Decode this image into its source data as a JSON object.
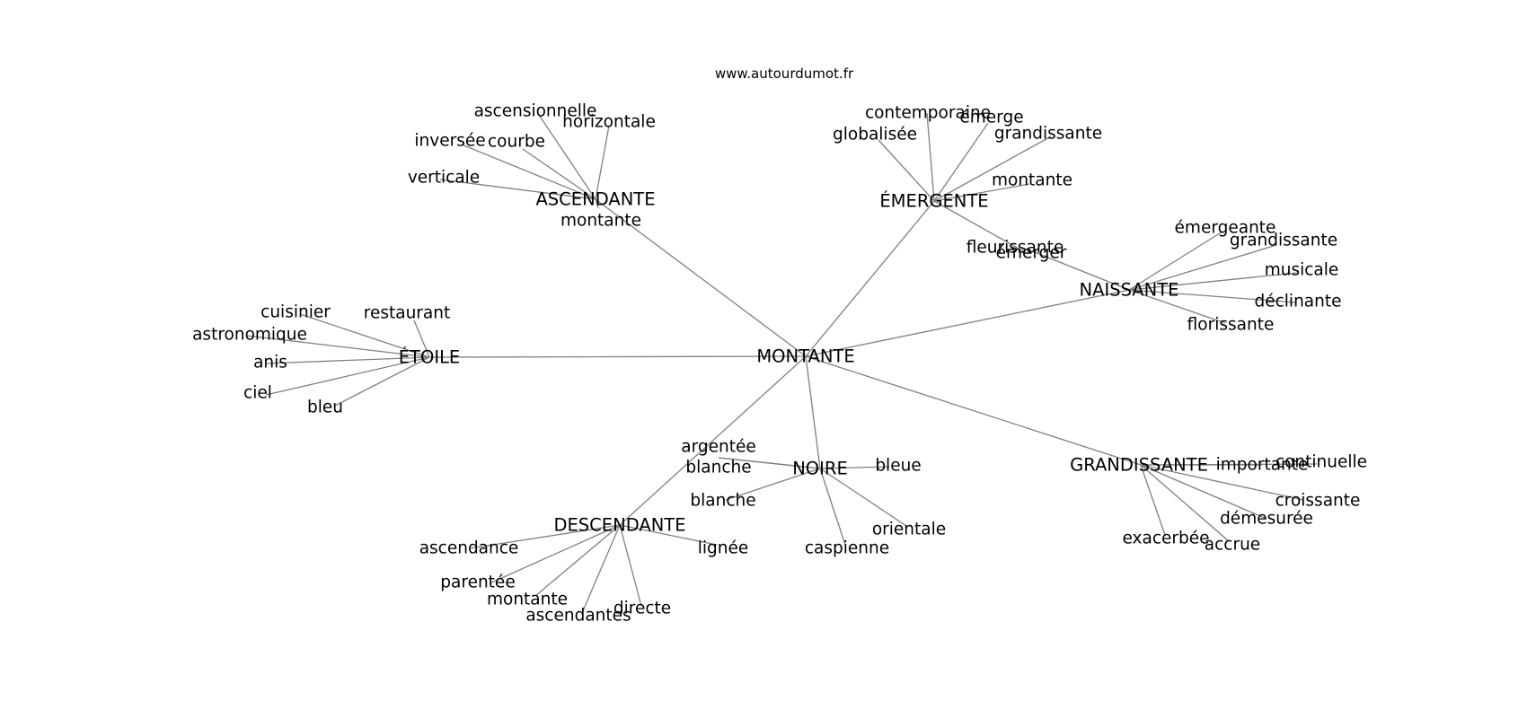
{
  "source": "www.autourdumot.fr",
  "colors": {
    "edge": "#808080",
    "text": "#000000",
    "background": "#ffffff"
  },
  "graph": {
    "root": "MONTANTE",
    "hubs": [
      {
        "id": "ascendante",
        "label": "ASCENDANTE"
      },
      {
        "id": "emergente",
        "label": "ÉMERGENTE"
      },
      {
        "id": "naissante",
        "label": "NAISSANTE"
      },
      {
        "id": "etoile",
        "label": "ÉTOILE"
      },
      {
        "id": "noire",
        "label": "NOIRE"
      },
      {
        "id": "descendante",
        "label": "DESCENDANTE"
      },
      {
        "id": "grandissante",
        "label": "GRANDISSANTE"
      }
    ],
    "leaves": [
      {
        "hub": "ascendante",
        "label": "ascensionnelle"
      },
      {
        "hub": "ascendante",
        "label": "horizontale"
      },
      {
        "hub": "ascendante",
        "label": "inversée"
      },
      {
        "hub": "ascendante",
        "label": "courbe"
      },
      {
        "hub": "ascendante",
        "label": "verticale"
      },
      {
        "hub": "ascendante",
        "label": "montante"
      },
      {
        "hub": "emergente",
        "label": "contemporaine"
      },
      {
        "hub": "emergente",
        "label": "émerge"
      },
      {
        "hub": "emergente",
        "label": "globalisée"
      },
      {
        "hub": "emergente",
        "label": "grandissante"
      },
      {
        "hub": "emergente",
        "label": "montante"
      },
      {
        "hub": "emergente",
        "label": "fleurissante"
      },
      {
        "hub": "naissante",
        "label": "émergeante"
      },
      {
        "hub": "naissante",
        "label": "grandissante"
      },
      {
        "hub": "naissante",
        "label": "musicale"
      },
      {
        "hub": "naissante",
        "label": "déclinante"
      },
      {
        "hub": "naissante",
        "label": "florissante"
      },
      {
        "hub": "naissante",
        "label": "émerger"
      },
      {
        "hub": "etoile",
        "label": "cuisinier"
      },
      {
        "hub": "etoile",
        "label": "restaurant"
      },
      {
        "hub": "etoile",
        "label": "astronomique"
      },
      {
        "hub": "etoile",
        "label": "anis"
      },
      {
        "hub": "etoile",
        "label": "ciel"
      },
      {
        "hub": "etoile",
        "label": "bleu"
      },
      {
        "hub": "noire",
        "label": "argentée"
      },
      {
        "hub": "noire",
        "label": "blanche"
      },
      {
        "hub": "noire",
        "label": "bleue"
      },
      {
        "hub": "noire",
        "label": "blanche"
      },
      {
        "hub": "noire",
        "label": "orientale"
      },
      {
        "hub": "noire",
        "label": "caspienne"
      },
      {
        "hub": "descendante",
        "label": "ascendance"
      },
      {
        "hub": "descendante",
        "label": "lignée"
      },
      {
        "hub": "descendante",
        "label": "parentée"
      },
      {
        "hub": "descendante",
        "label": "montante"
      },
      {
        "hub": "descendante",
        "label": "ascendantes"
      },
      {
        "hub": "descendante",
        "label": "directe"
      },
      {
        "hub": "grandissante",
        "label": "importante"
      },
      {
        "hub": "grandissante",
        "label": "continuelle"
      },
      {
        "hub": "grandissante",
        "label": "croissante"
      },
      {
        "hub": "grandissante",
        "label": "démesurée"
      },
      {
        "hub": "grandissante",
        "label": "exacerbée"
      },
      {
        "hub": "grandissante",
        "label": "accrue"
      }
    ]
  }
}
